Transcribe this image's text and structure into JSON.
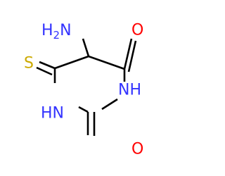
{
  "molecule": {
    "atoms": {
      "amine": {
        "label": "H",
        "subscript": "2",
        "element": "N",
        "color": "#3333ff"
      },
      "oxygen_top": {
        "label": "O",
        "color": "#ff0000"
      },
      "oxygen_bottom": {
        "label": "O",
        "color": "#ff0000"
      },
      "nh_right": {
        "label": "NH",
        "color": "#3333ff"
      },
      "nh_left": {
        "label": "HN",
        "color": "#3333ff"
      },
      "sulfur": {
        "label": "S",
        "color": "#ccaa00"
      }
    },
    "bond_color": "#000000"
  }
}
